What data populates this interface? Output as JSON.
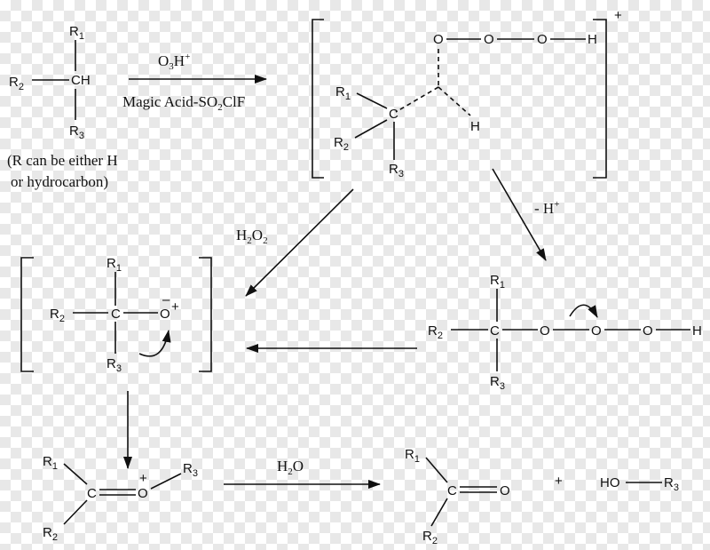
{
  "reactant": {
    "r1": "R1",
    "r2": "R2",
    "r3": "R3",
    "center": "CH",
    "note_line1": "(R can be either H",
    "note_line2": "or hydrocarbon)"
  },
  "reagents": {
    "top_main": "O3H+",
    "top_O": "O",
    "top_3": "3",
    "top_H": "H",
    "top_plus": "+",
    "bottom_main": "Magic Acid-SO2ClF",
    "bottom_a": "Magic Acid-SO",
    "bottom_2": "2",
    "bottom_b": "ClF"
  },
  "intermediate1": {
    "O1": "O",
    "O2": "O",
    "O3": "O",
    "H_end": "H",
    "H_bridge": "H",
    "C": "C",
    "r1": "R1",
    "r2": "R2",
    "r3": "R3",
    "charge": "+"
  },
  "step_deprotonation": {
    "label": "- H+",
    "a": "- H",
    "b": "+"
  },
  "step_h2o2": {
    "label": "H2O2",
    "H": "H",
    "s2a": "2",
    "O": "O",
    "s2b": "2"
  },
  "oxonium": {
    "r1": "R1",
    "r2": "R2",
    "r3": "R3",
    "C": "C",
    "O": "O",
    "minus": "–",
    "plus": "+"
  },
  "peroxide": {
    "r1": "R1",
    "r2": "R2",
    "r3": "R3",
    "C": "C",
    "O1": "O",
    "O2": "O",
    "O3": "O",
    "H": "H"
  },
  "carbocation": {
    "r1": "R1",
    "r2": "R2",
    "r3": "R3",
    "C": "C",
    "O": "O",
    "plus": "+"
  },
  "step_h2o": {
    "label": "H2O",
    "H": "H",
    "s2": "2",
    "O": "O"
  },
  "products": {
    "carbonyl_C": "C",
    "carbonyl_O": "O",
    "r1": "R1",
    "r2": "R2",
    "plus": "+",
    "alcohol_HO": "HO",
    "alcohol_r3": "R3"
  }
}
